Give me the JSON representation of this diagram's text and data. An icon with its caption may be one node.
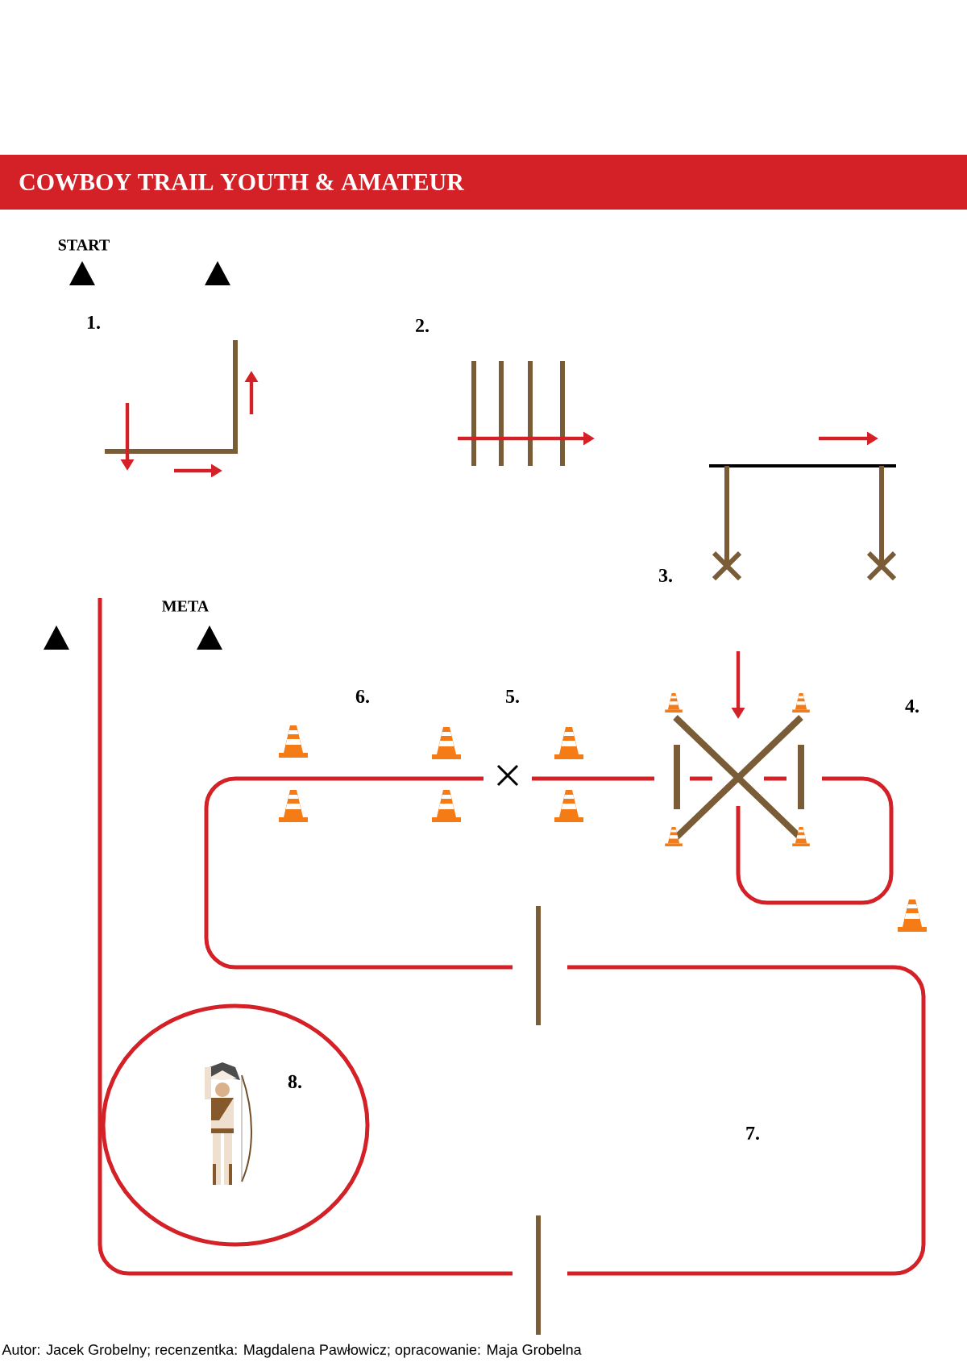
{
  "diagram": {
    "title": "COWBOY TRAIL YOUTH & AMATEUR",
    "labels": [
      "START",
      "1.",
      "2.",
      "3.",
      "META",
      "6.",
      "5.",
      "4.",
      "8.",
      "7."
    ],
    "caption": "Autor: Jacek Grobelny; recenzentka: Magdalena Pawłowicz; opracowanie: Maja Grobelna"
  }
}
